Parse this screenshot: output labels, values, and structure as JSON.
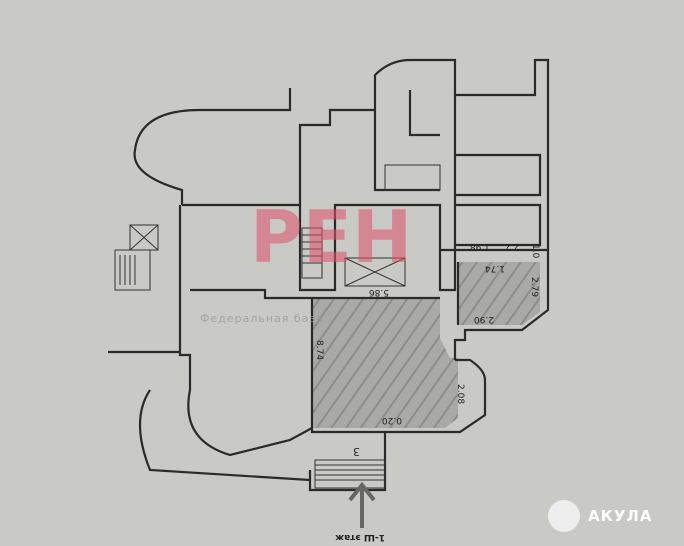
{
  "plan": {
    "dimensions": [
      "5.86",
      "8.74",
      "2.90",
      "2.79",
      "1.74",
      "2.08",
      "0.20",
      "1.98",
      "2.2",
      "1.0"
    ],
    "entrance_number": "3",
    "floor_label": "1-Ш этаж"
  },
  "watermark": {
    "text": "РЕН",
    "subtitle": "Федеральная база"
  },
  "logo": {
    "text": "АКУЛА"
  },
  "colors": {
    "background": "#c9c9c6",
    "walls": "#2a2a2a",
    "watermark": "#e0506a",
    "hatch": "#9a9a98"
  }
}
